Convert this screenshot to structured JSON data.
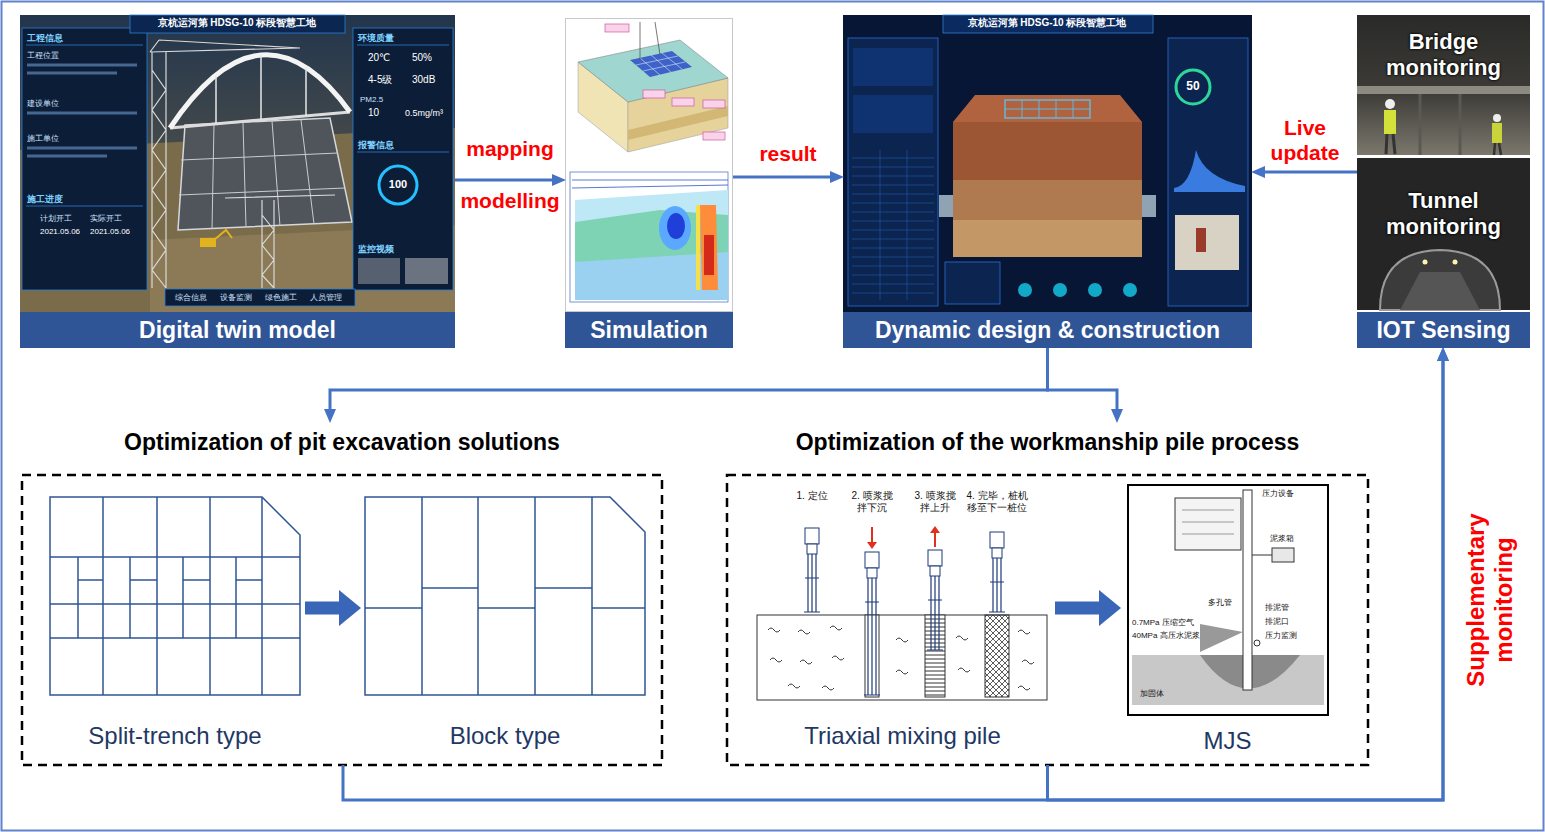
{
  "diagram": {
    "nodes": [
      {
        "text": [
          "Digital twin model"
        ]
      },
      {
        "text": [
          "Simulation"
        ]
      },
      {
        "text": [
          "Dynamic design & construction"
        ]
      },
      {
        "text": [
          "IOT Sensing"
        ]
      },
      {
        "text": [
          "Bridge monitoring"
        ],
        "in": 3
      },
      {
        "text": [
          "Tunnel monitoring"
        ],
        "in": 3
      },
      {
        "text": [
          "Optimization of pit excavation solutions"
        ]
      },
      {
        "text": [
          "Split-trench type"
        ],
        "in": 6
      },
      {
        "text": [
          "Block type"
        ],
        "in": 6
      },
      {
        "text": [
          "Optimization of the workmanship pile process"
        ]
      },
      {
        "text": [
          "Triaxial mixing pile"
        ],
        "in": 9
      },
      {
        "text": [
          "MJS"
        ],
        "in": 9
      }
    ],
    "edges": [
      {
        "from": 0,
        "to": 1,
        "arrow": "to",
        "label": "mapping"
      },
      {
        "from": 1,
        "to": 2,
        "arrow": "to",
        "label": "result"
      },
      {
        "from": 3,
        "to": 2,
        "arrow": "to",
        "label": "Live update"
      },
      {
        "from": 2,
        "to": 6,
        "arrow": "to"
      },
      {
        "from": 2,
        "to": 9,
        "arrow": "to"
      },
      {
        "from": 7,
        "to": 8,
        "arrow": "to"
      },
      {
        "from": 10,
        "to": 11,
        "arrow": "to"
      },
      {
        "from": 6,
        "to": 3,
        "arrow": "to",
        "label": "Supplementary monitoring"
      },
      {
        "from": 9,
        "to": 3,
        "arrow": "to"
      }
    ],
    "labels": [
      "modelling",
      "京杭运河第 HDSG-10 标段智慧工地",
      "工程信息",
      "工程位置",
      "建设单位",
      "施工单位",
      "施工进度",
      "计划开工",
      "实际开工",
      "2021.05.06",
      "2021.05.06",
      "环境质量",
      "20℃",
      "50%",
      "4-5级",
      "30dB",
      "PM2.5",
      "10",
      "0.5mg/m³",
      "报警信息",
      "100",
      "监控视频",
      "综合信息",
      "设备监测",
      "绿色施工",
      "人员管理",
      "京杭运河第 HDSG-10 标段智慧工地",
      "50",
      "1. 定位",
      "2. 喷浆搅拌下沉",
      "3. 喷浆搅拌上升",
      "4. 完毕，桩机移至下一桩位",
      "压力设备",
      "泥浆箱",
      "多孔管",
      "排泥管",
      "排泥口",
      "压力监测",
      "0.7MPa 压缩空气",
      "40MPa 高压水泥浆",
      "加固体"
    ]
  }
}
